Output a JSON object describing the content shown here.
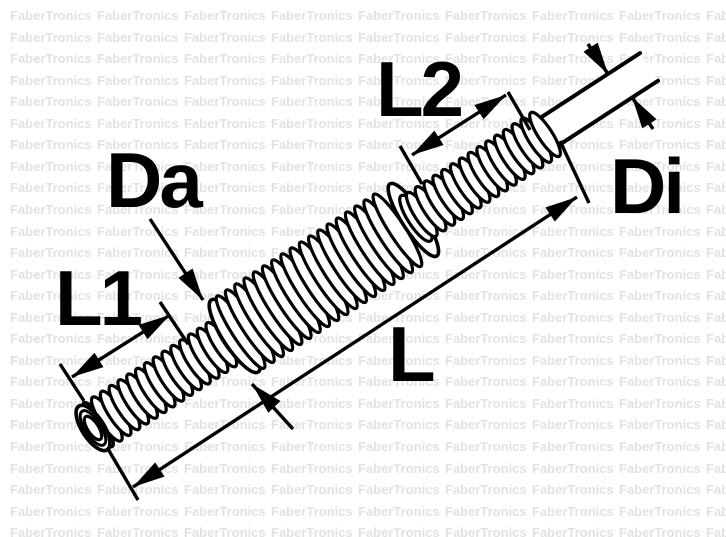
{
  "page": {
    "background_color": "#ffffff"
  },
  "watermark": {
    "text": "FaberTronics",
    "color": "#e2e2e2"
  },
  "drawing": {
    "line_color": "#000000",
    "labels": {
      "outer_diameter": "Da",
      "inner_diameter": "Di",
      "total_length": "L",
      "front_section_length": "L1",
      "rear_section_length": "L2"
    }
  }
}
